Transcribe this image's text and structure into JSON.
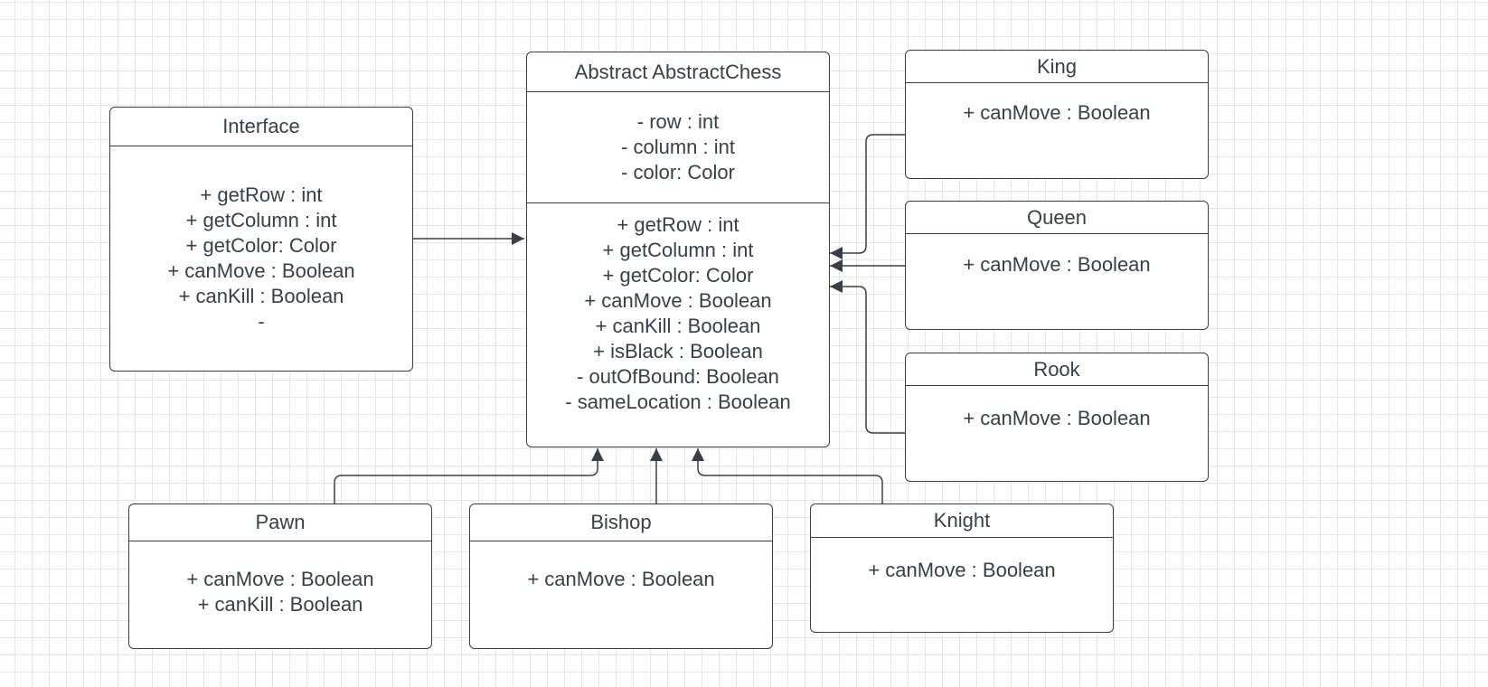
{
  "diagram": {
    "interface_box": {
      "title": "Interface",
      "methods": [
        "+ getRow : int",
        "+ getColumn : int",
        "+ getColor: Color",
        "+ canMove : Boolean",
        "+ canKill : Boolean",
        "-"
      ]
    },
    "abstract_box": {
      "title": "Abstract AbstractChess",
      "attributes": [
        "- row : int",
        "- column : int",
        "- color: Color"
      ],
      "methods": [
        "+ getRow : int",
        "+ getColumn : int",
        "+ getColor: Color",
        "+ canMove : Boolean",
        "+ canKill : Boolean",
        "+ isBlack : Boolean",
        "- outOfBound: Boolean",
        "- sameLocation : Boolean"
      ]
    },
    "king_box": {
      "title": "King",
      "methods": [
        "+ canMove : Boolean"
      ]
    },
    "queen_box": {
      "title": "Queen",
      "methods": [
        "+ canMove : Boolean"
      ]
    },
    "rook_box": {
      "title": "Rook",
      "methods": [
        "+ canMove : Boolean"
      ]
    },
    "pawn_box": {
      "title": "Pawn",
      "methods": [
        "+ canMove : Boolean",
        "+ canKill : Boolean"
      ]
    },
    "bishop_box": {
      "title": "Bishop",
      "methods": [
        "+ canMove : Boolean"
      ]
    },
    "knight_box": {
      "title": "Knight",
      "methods": [
        "+ canMove : Boolean"
      ]
    }
  },
  "colors": {
    "line": "#3a3f45",
    "grid": "#e6e6e6",
    "background": "#ffffff"
  }
}
